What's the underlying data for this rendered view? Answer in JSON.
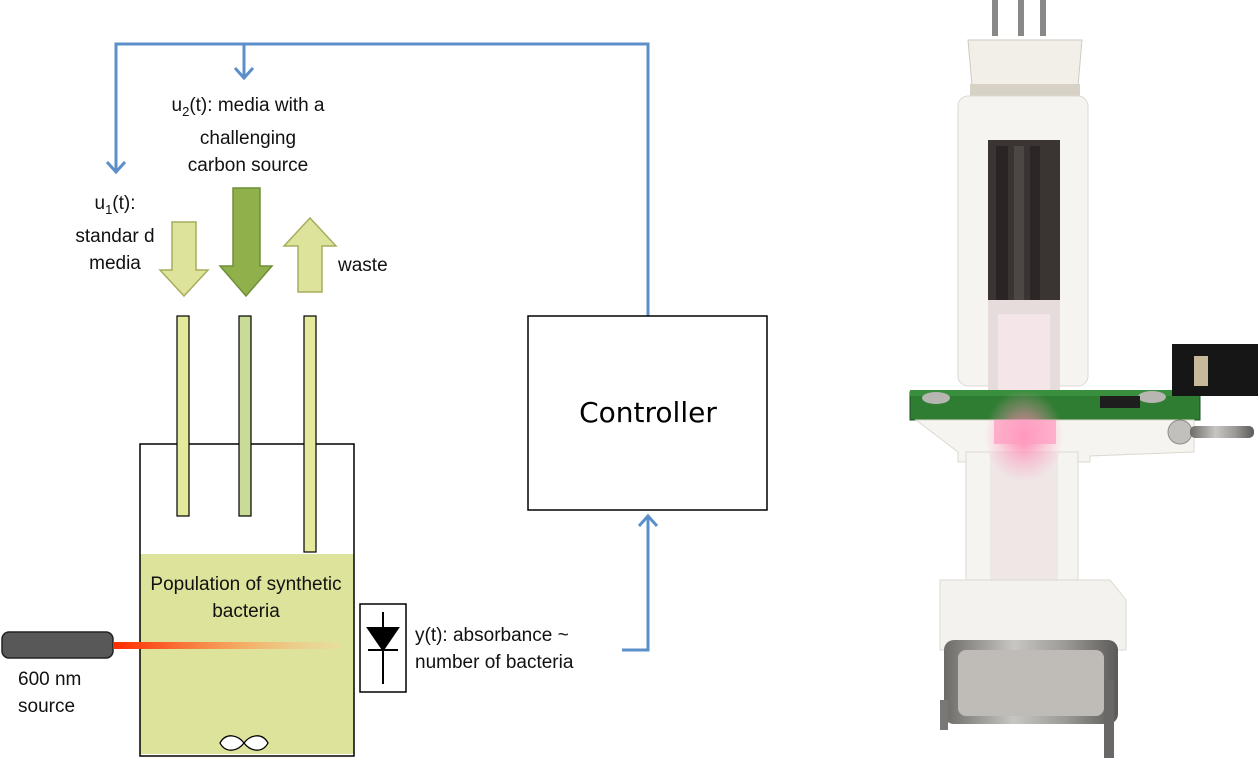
{
  "labels": {
    "u2_prefix": "u",
    "u2_sub": "2",
    "u2_rest": "(t): media with a challenging carbon source",
    "u1_prefix": "u",
    "u1_sub": "1",
    "u1_rest": "(t): standar d media",
    "waste": "waste",
    "source": "600 nm source",
    "population": "Population of synthetic bacteria",
    "absorbance": "y(t): absorbance ~ number of bacteria",
    "controller": "Controller"
  },
  "colors": {
    "feedback_line": "#5b8fc9",
    "media_fill": "#dde39a",
    "pale_arrow": "#dde39a",
    "green_arrow": "#8fb04a",
    "laser": "#ff2200",
    "tube_pale": "#e4ea9c",
    "tube_mid": "#c8dc98"
  },
  "photo": {
    "description_icon": "device-photo"
  }
}
